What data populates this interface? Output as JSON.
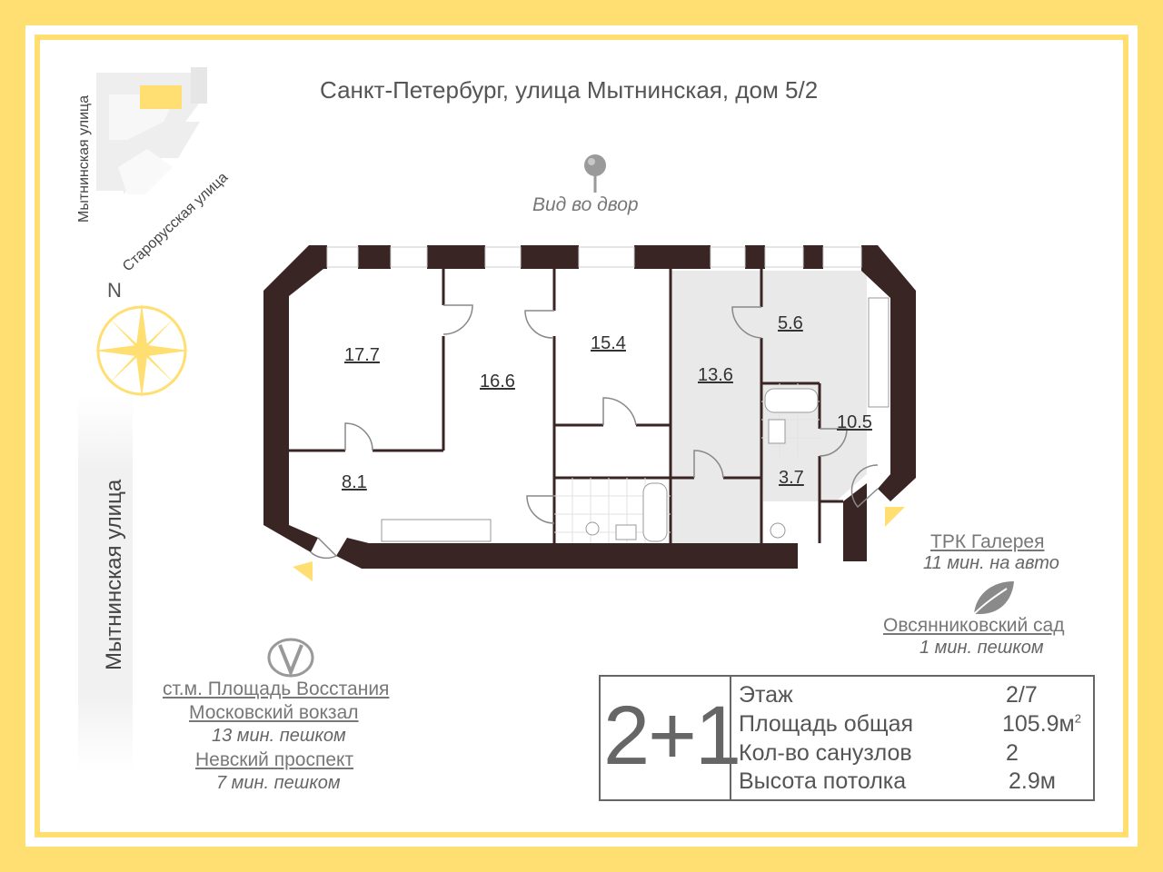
{
  "address": "Санкт-Петербург, улица Мытнинская, дом 5/2",
  "view": "Вид во двор",
  "map": {
    "street_vertical": "Мытнинская улица",
    "street_diagonal": "Старорусская улица",
    "north": "N",
    "street_large": "Мытнинская улица"
  },
  "rooms": [
    {
      "id": "room-1",
      "area": "17.7"
    },
    {
      "id": "room-2",
      "area": "16.6"
    },
    {
      "id": "room-3",
      "area": "15.4"
    },
    {
      "id": "room-4",
      "area": "13.6"
    },
    {
      "id": "room-5",
      "area": "5.6"
    },
    {
      "id": "room-6",
      "area": "10.5"
    },
    {
      "id": "room-7",
      "area": "8.1"
    },
    {
      "id": "room-8",
      "area": "3.7"
    }
  ],
  "poi": {
    "mall_name": "ТРК Галерея",
    "mall_time": "11 мин. на авто",
    "garden_name": "Овсянниковский сад",
    "garden_time": "1 мин. пешком",
    "metro_station": "ст.м. Площадь Восстания",
    "metro_station2": "Московский вокзал",
    "metro_time": "13 мин. пешком",
    "prospect": "Невский проспект",
    "prospect_time": "7 мин. пешком"
  },
  "info": {
    "rooms_code": "2+1",
    "floor_label": "Этаж",
    "floor_value": "2/7",
    "area_label": "Площадь общая",
    "area_value": "105.9м",
    "area_sup": "2",
    "bath_label": "Кол-во санузлов",
    "bath_value": "2",
    "height_label": "Высота потолка",
    "height_value": "2.9м"
  },
  "colors": {
    "accent": "#ffdf71",
    "wall": "#3a2525",
    "shaded_room": "#e9e9e9"
  },
  "icons": [
    "map-pin-icon",
    "compass-rose-icon",
    "metro-icon",
    "leaf-icon",
    "entrance-arrow-icon"
  ]
}
